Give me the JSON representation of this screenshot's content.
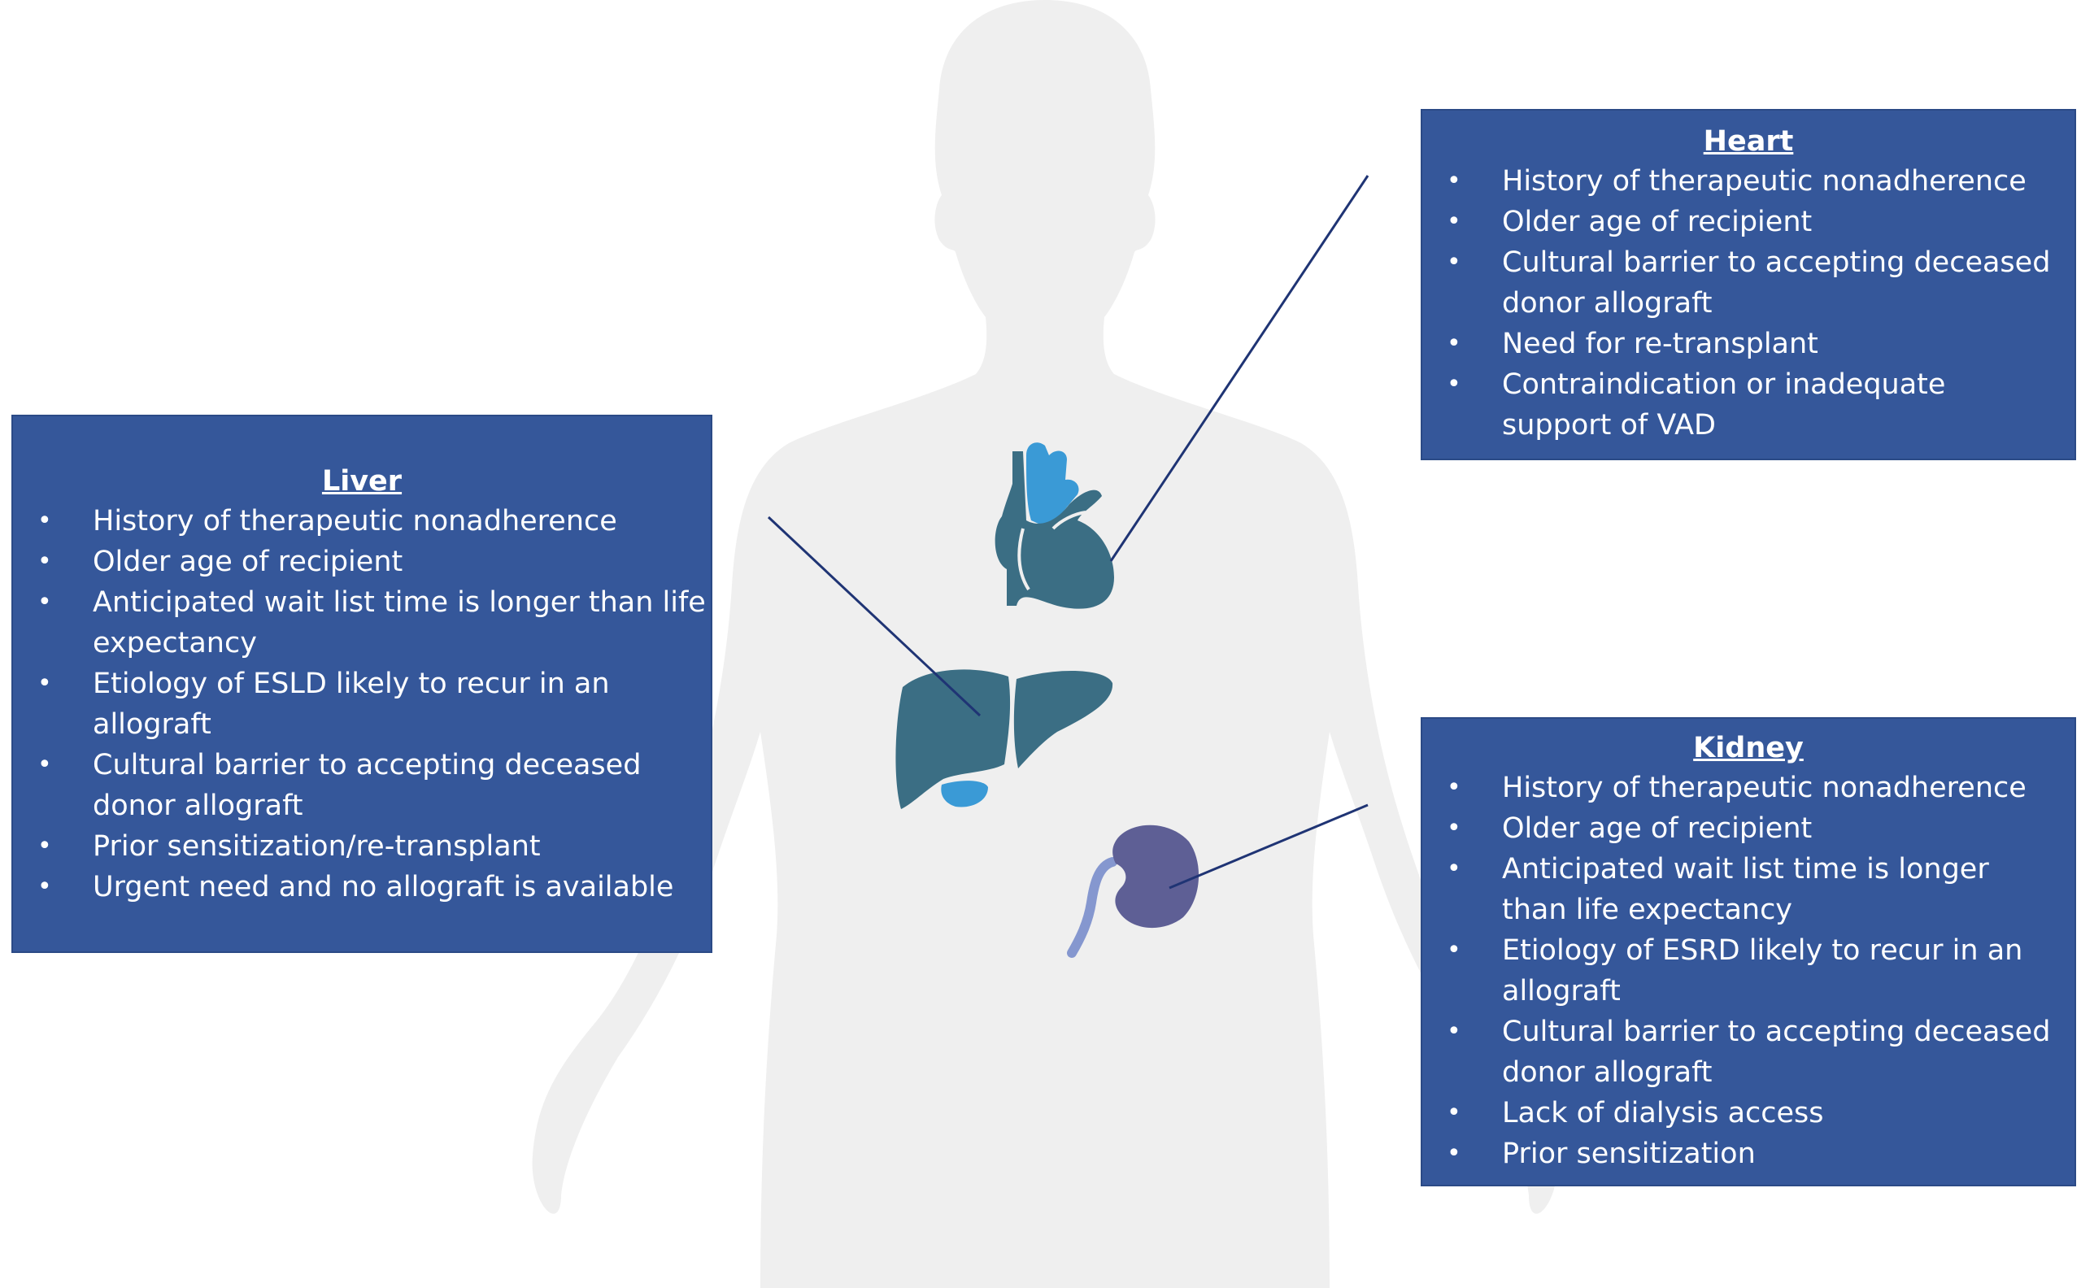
{
  "liver": {
    "title": "Liver",
    "items": [
      "History of therapeutic nonadherence",
      "Older age of recipient",
      "Anticipated wait list time is longer than life expectancy",
      "Etiology of ESLD likely to recur in an allograft",
      "Cultural barrier to accepting deceased donor allograft",
      "Prior sensitization/re-transplant",
      "Urgent need and no allograft is available"
    ]
  },
  "heart": {
    "title": "Heart",
    "items": [
      "History of therapeutic nonadherence",
      "Older age of recipient",
      "Cultural barrier to accepting deceased donor allograft",
      "Need for re-transplant",
      "Contraindication or inadequate support of VAD"
    ]
  },
  "kidney": {
    "title": "Kidney",
    "items": [
      "History of therapeutic nonadherence",
      "Older age of recipient",
      "Anticipated wait list time is longer than life expectancy",
      "Etiology of ESRD likely to recur in an allograft",
      "Cultural barrier to accepting deceased donor allograft",
      "Lack of dialysis access",
      "Prior sensitization"
    ]
  },
  "colors": {
    "box_fill": "#35579a",
    "body_silhouette": "#efefef",
    "organ": "#3b6e84",
    "organ_accent": "#3a9ad6",
    "kidney": "#5e5f95",
    "ureter": "#8597cf",
    "leader_line": "#1f3474"
  }
}
